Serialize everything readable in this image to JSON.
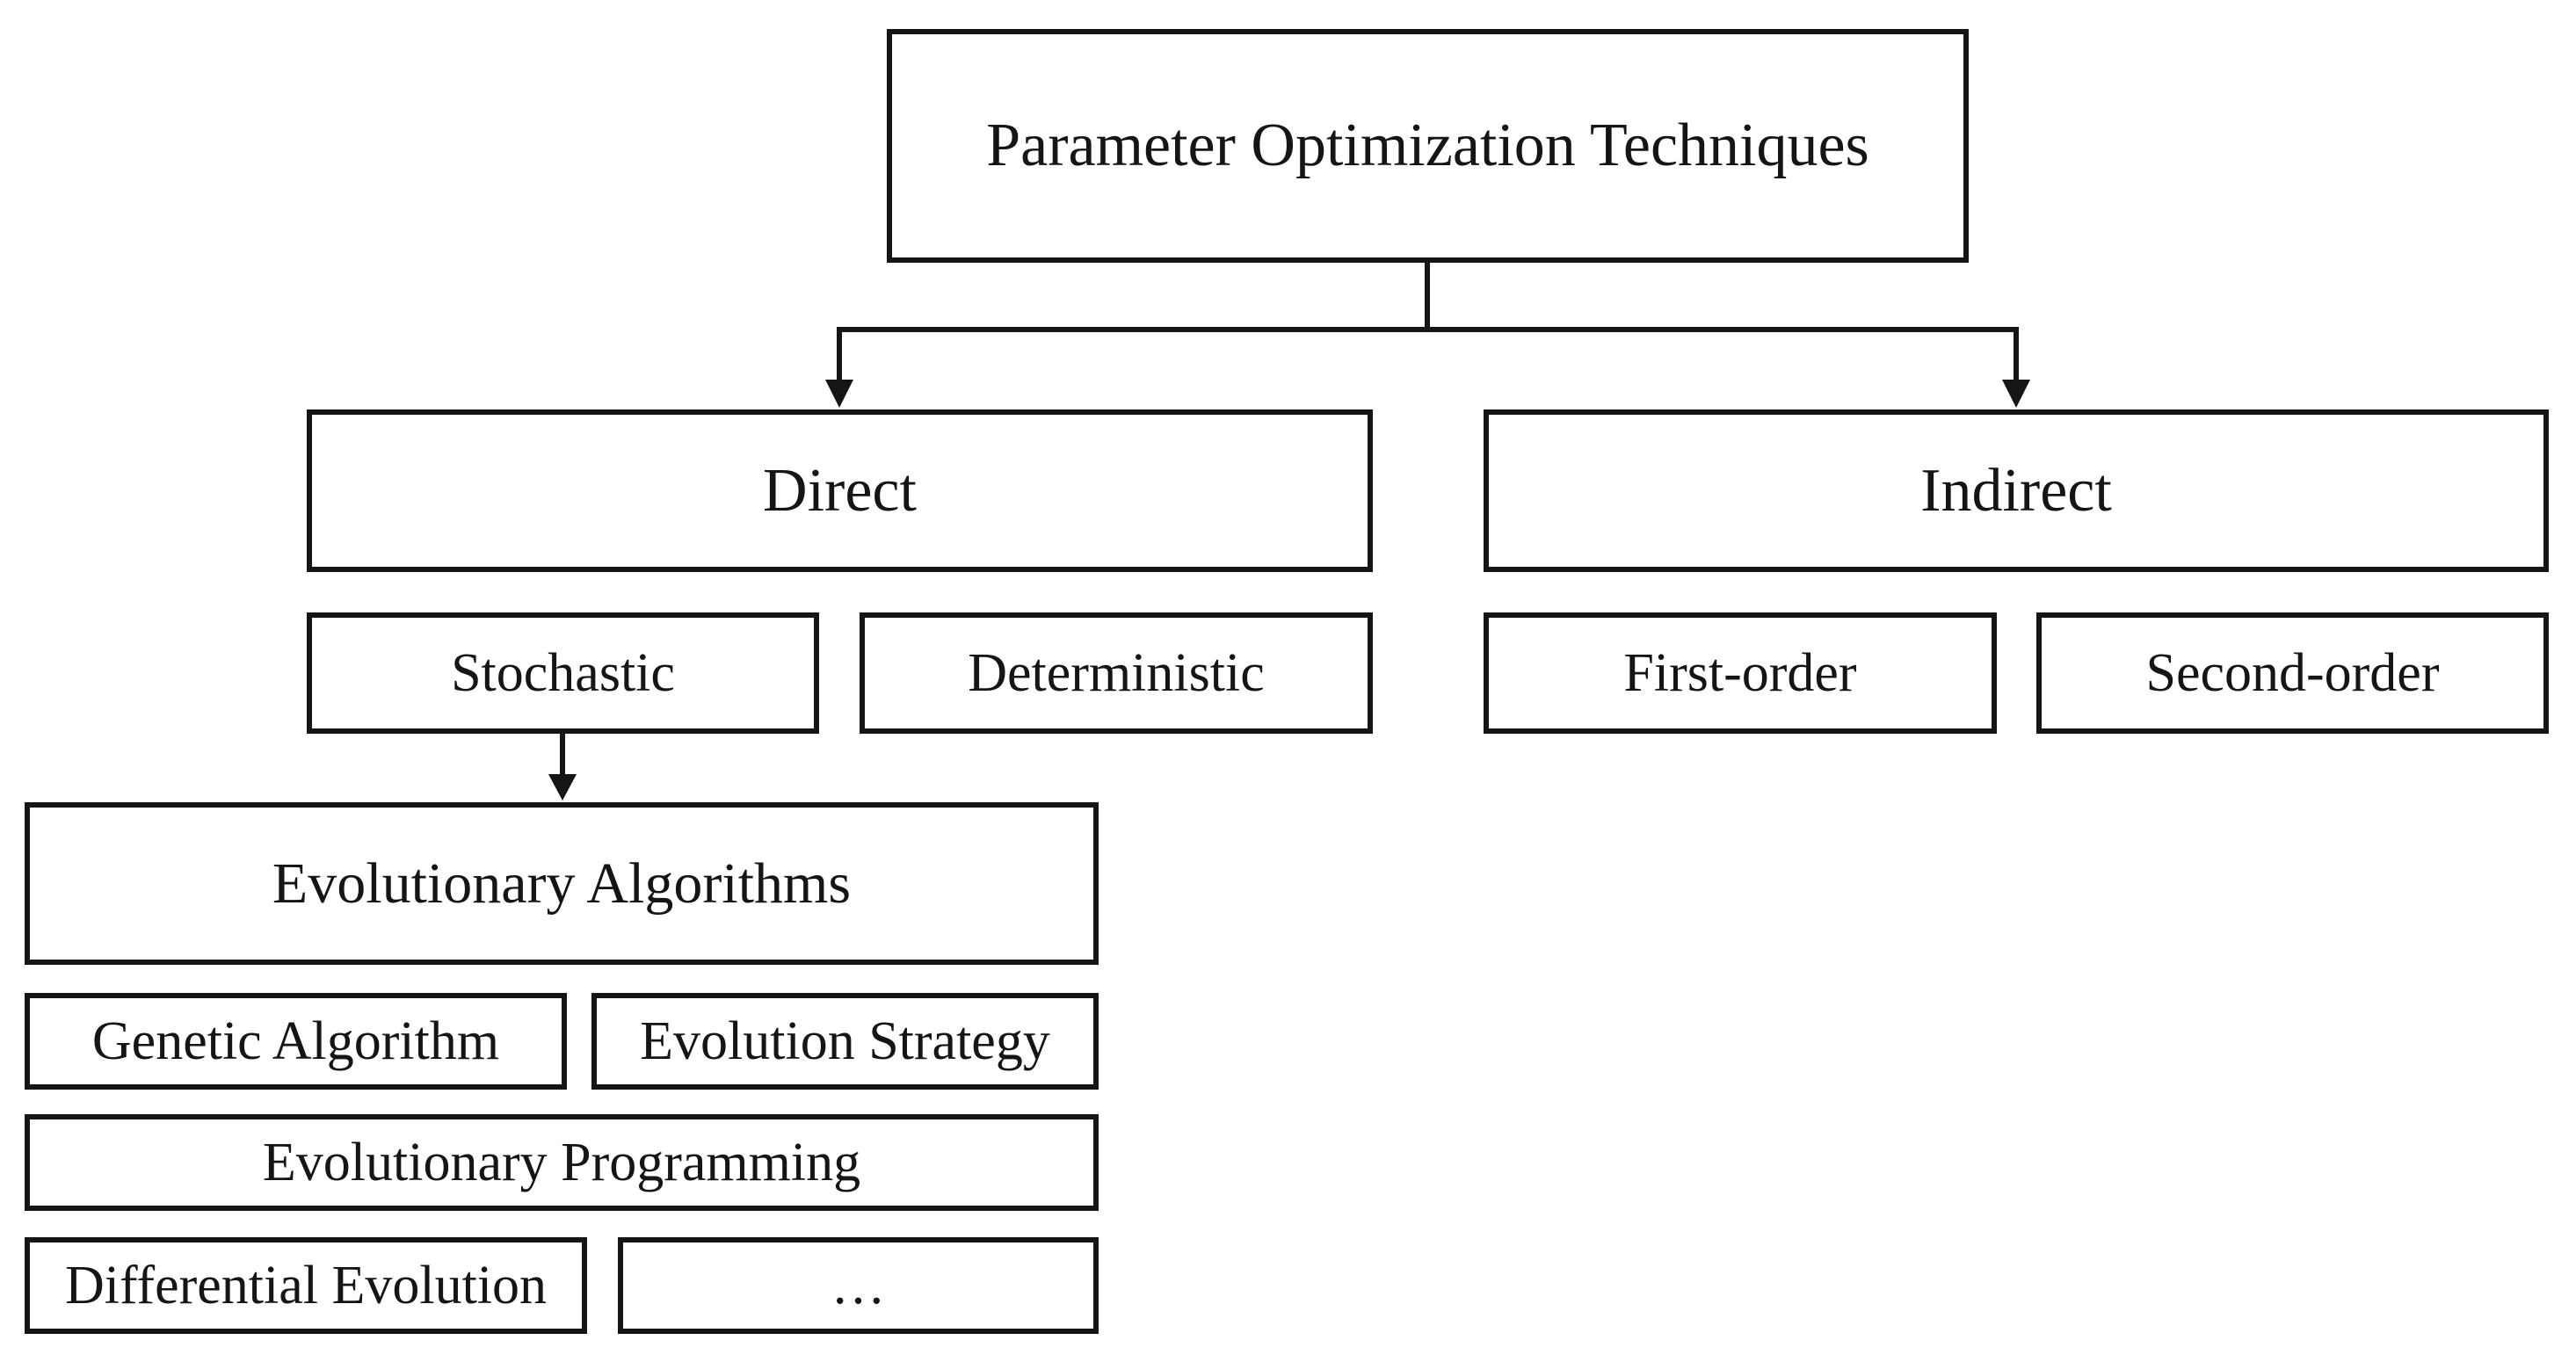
{
  "diagram": {
    "title": "Parameter Optimization Techniques",
    "type": "hierarchy-flowchart",
    "colors": {
      "background": "#ffffff",
      "box_fill": "#ffffff",
      "line": "#151515",
      "text": "#151515"
    },
    "nodes": {
      "root": {
        "label": "Parameter Optimization Techniques",
        "level": 1
      },
      "direct": {
        "label": "Direct",
        "level": 2
      },
      "indirect": {
        "label": "Indirect",
        "level": 2
      },
      "stochastic": {
        "label": "Stochastic",
        "level": 3
      },
      "deterministic": {
        "label": "Deterministic",
        "level": 3
      },
      "first_order": {
        "label": "First-order",
        "level": 3
      },
      "second_order": {
        "label": "Second-order",
        "level": 3
      },
      "evolutionary_algorithms": {
        "label": "Evolutionary Algorithms",
        "level": 4
      },
      "genetic_algorithm": {
        "label": "Genetic Algorithm",
        "level": 5
      },
      "evolution_strategy": {
        "label": "Evolution Strategy",
        "level": 5
      },
      "evolutionary_programming": {
        "label": "Evolutionary Programming",
        "level": 5
      },
      "differential_evolution": {
        "label": "Differential Evolution",
        "level": 5
      },
      "more": {
        "label": "…",
        "level": 5
      }
    },
    "edges": [
      {
        "from": "root",
        "to": "direct",
        "style": "arrow"
      },
      {
        "from": "root",
        "to": "indirect",
        "style": "arrow"
      },
      {
        "from": "direct",
        "to": "stochastic",
        "style": "grouped-below"
      },
      {
        "from": "direct",
        "to": "deterministic",
        "style": "grouped-below"
      },
      {
        "from": "indirect",
        "to": "first_order",
        "style": "grouped-below"
      },
      {
        "from": "indirect",
        "to": "second_order",
        "style": "grouped-below"
      },
      {
        "from": "stochastic",
        "to": "evolutionary_algorithms",
        "style": "arrow"
      },
      {
        "from": "evolutionary_algorithms",
        "to": "genetic_algorithm",
        "style": "grouped-below"
      },
      {
        "from": "evolutionary_algorithms",
        "to": "evolution_strategy",
        "style": "grouped-below"
      },
      {
        "from": "evolutionary_algorithms",
        "to": "evolutionary_programming",
        "style": "grouped-below"
      },
      {
        "from": "evolutionary_algorithms",
        "to": "differential_evolution",
        "style": "grouped-below"
      },
      {
        "from": "evolutionary_algorithms",
        "to": "more",
        "style": "grouped-below"
      }
    ]
  }
}
